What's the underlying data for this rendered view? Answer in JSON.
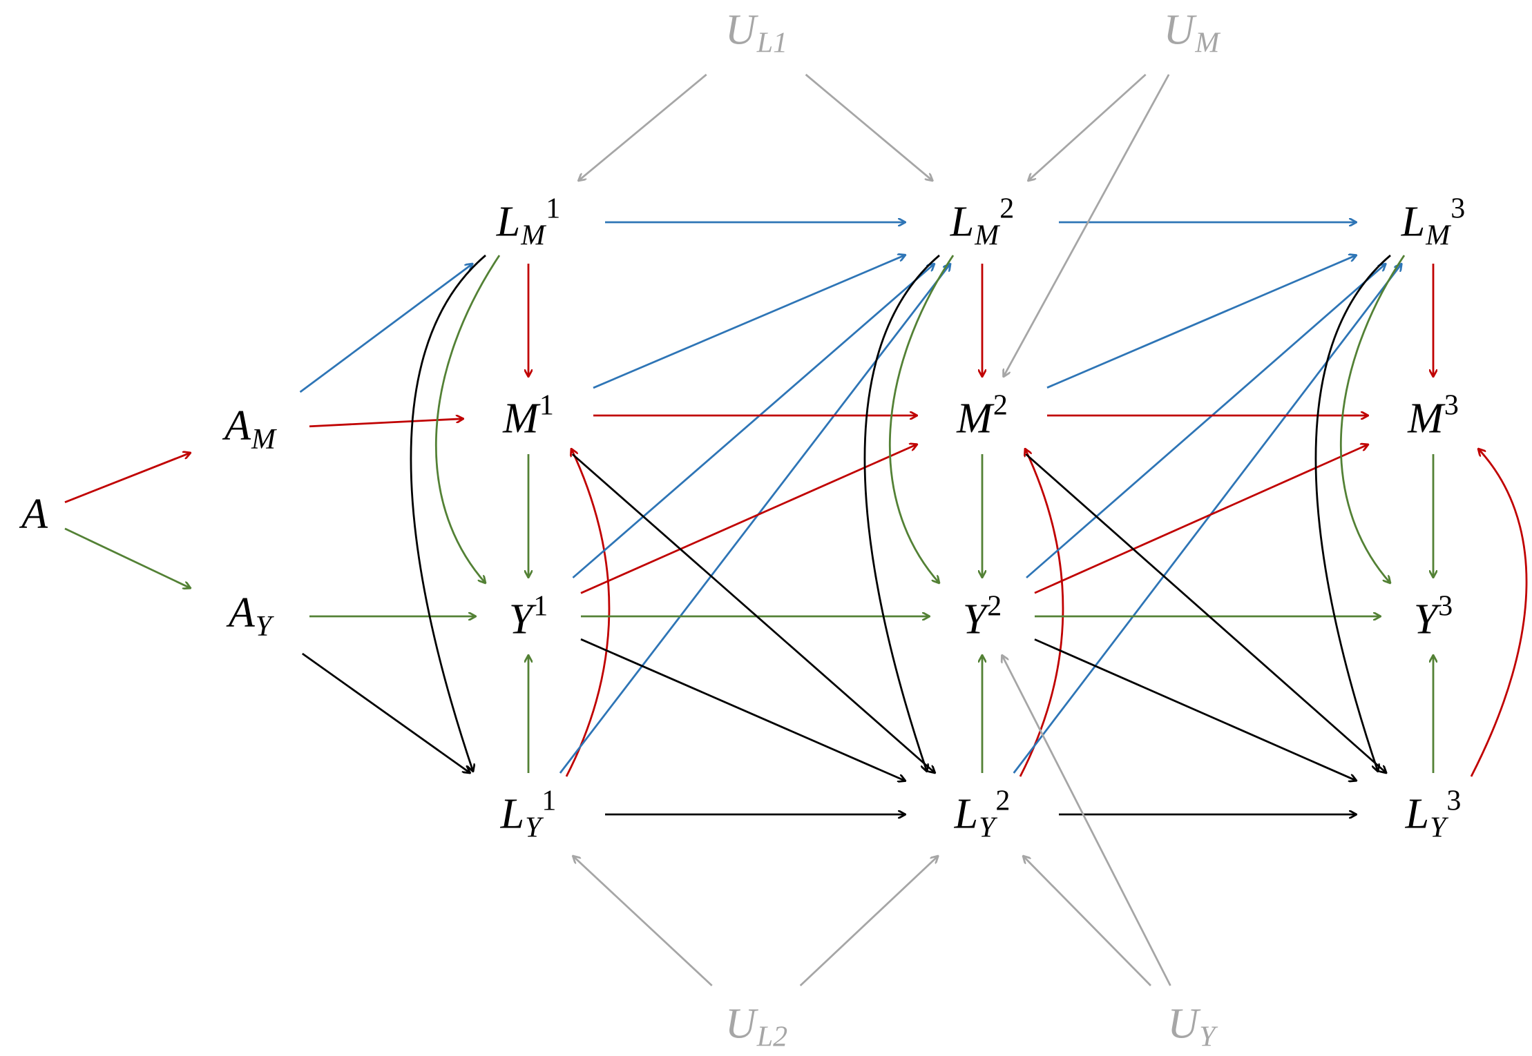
{
  "colors": {
    "red": "#c00000",
    "blue": "#2e75b6",
    "green": "#538135",
    "black": "#000000",
    "gray": "#a6a6a6"
  },
  "nodes": {
    "A": {
      "main": "A",
      "sub": "",
      "sup": ""
    },
    "AM": {
      "main": "A",
      "sub": "M",
      "sup": ""
    },
    "AY": {
      "main": "A",
      "sub": "Y",
      "sup": ""
    },
    "LM1": {
      "main": "L",
      "sub": "M",
      "sup": "1"
    },
    "M1": {
      "main": "M",
      "sub": "",
      "sup": "1"
    },
    "Y1": {
      "main": "Y",
      "sub": "",
      "sup": "1"
    },
    "LY1": {
      "main": "L",
      "sub": "Y",
      "sup": "1"
    },
    "LM2": {
      "main": "L",
      "sub": "M",
      "sup": "2"
    },
    "M2": {
      "main": "M",
      "sub": "",
      "sup": "2"
    },
    "Y2": {
      "main": "Y",
      "sub": "",
      "sup": "2"
    },
    "LY2": {
      "main": "L",
      "sub": "Y",
      "sup": "2"
    },
    "LM3": {
      "main": "L",
      "sub": "M",
      "sup": "3"
    },
    "M3": {
      "main": "M",
      "sub": "",
      "sup": "3"
    },
    "Y3": {
      "main": "Y",
      "sub": "",
      "sup": "3"
    },
    "LY3": {
      "main": "L",
      "sub": "Y",
      "sup": "3"
    },
    "UL1": {
      "main": "U",
      "sub": "L1",
      "sup": ""
    },
    "UM": {
      "main": "U",
      "sub": "M",
      "sup": ""
    },
    "UL2": {
      "main": "U",
      "sub": "L2",
      "sup": ""
    },
    "UY": {
      "main": "U",
      "sub": "Y",
      "sup": ""
    }
  },
  "edges": [
    {
      "from": "A",
      "to": "AM",
      "color": "red",
      "shape": "straight"
    },
    {
      "from": "A",
      "to": "AY",
      "color": "green",
      "shape": "straight"
    },
    {
      "from": "AM",
      "to": "LM1",
      "color": "blue",
      "shape": "straight"
    },
    {
      "from": "AM",
      "to": "M1",
      "color": "red",
      "shape": "straight"
    },
    {
      "from": "AY",
      "to": "Y1",
      "color": "green",
      "shape": "straight"
    },
    {
      "from": "AY",
      "to": "LY1",
      "color": "black",
      "shape": "straight"
    },
    {
      "from": "LM1",
      "to": "M1",
      "color": "red",
      "shape": "straight"
    },
    {
      "from": "M1",
      "to": "Y1",
      "color": "green",
      "shape": "straight"
    },
    {
      "from": "LY1",
      "to": "Y1",
      "color": "green",
      "shape": "straight"
    },
    {
      "from": "LM1",
      "to": "LY1",
      "color": "black",
      "shape": "curved"
    },
    {
      "from": "LM1",
      "to": "Y1",
      "color": "green",
      "shape": "curved"
    },
    {
      "from": "LY1",
      "to": "M1",
      "color": "red",
      "shape": "curved"
    },
    {
      "from": "LM1",
      "to": "LM2",
      "color": "blue",
      "shape": "straight"
    },
    {
      "from": "M1",
      "to": "LM2",
      "color": "blue",
      "shape": "straight"
    },
    {
      "from": "Y1",
      "to": "LM2",
      "color": "blue",
      "shape": "straight"
    },
    {
      "from": "LY1",
      "to": "LM2",
      "color": "blue",
      "shape": "straight"
    },
    {
      "from": "M1",
      "to": "M2",
      "color": "red",
      "shape": "straight"
    },
    {
      "from": "Y1",
      "to": "M2",
      "color": "red",
      "shape": "straight"
    },
    {
      "from": "Y1",
      "to": "Y2",
      "color": "green",
      "shape": "straight"
    },
    {
      "from": "M1",
      "to": "LY2",
      "color": "black",
      "shape": "straight"
    },
    {
      "from": "Y1",
      "to": "LY2",
      "color": "black",
      "shape": "straight"
    },
    {
      "from": "LY1",
      "to": "LY2",
      "color": "black",
      "shape": "straight"
    },
    {
      "from": "LM2",
      "to": "M2",
      "color": "red",
      "shape": "straight"
    },
    {
      "from": "M2",
      "to": "Y2",
      "color": "green",
      "shape": "straight"
    },
    {
      "from": "LY2",
      "to": "Y2",
      "color": "green",
      "shape": "straight"
    },
    {
      "from": "LM2",
      "to": "LY2",
      "color": "black",
      "shape": "curved"
    },
    {
      "from": "LM2",
      "to": "Y2",
      "color": "green",
      "shape": "curved"
    },
    {
      "from": "LY2",
      "to": "M2",
      "color": "red",
      "shape": "curved"
    },
    {
      "from": "LM2",
      "to": "LM3",
      "color": "blue",
      "shape": "straight"
    },
    {
      "from": "M2",
      "to": "LM3",
      "color": "blue",
      "shape": "straight"
    },
    {
      "from": "Y2",
      "to": "LM3",
      "color": "blue",
      "shape": "straight"
    },
    {
      "from": "LY2",
      "to": "LM3",
      "color": "blue",
      "shape": "straight"
    },
    {
      "from": "M2",
      "to": "M3",
      "color": "red",
      "shape": "straight"
    },
    {
      "from": "Y2",
      "to": "M3",
      "color": "red",
      "shape": "straight"
    },
    {
      "from": "Y2",
      "to": "Y3",
      "color": "green",
      "shape": "straight"
    },
    {
      "from": "M2",
      "to": "LY3",
      "color": "black",
      "shape": "straight"
    },
    {
      "from": "Y2",
      "to": "LY3",
      "color": "black",
      "shape": "straight"
    },
    {
      "from": "LY2",
      "to": "LY3",
      "color": "black",
      "shape": "straight"
    },
    {
      "from": "LM3",
      "to": "M3",
      "color": "red",
      "shape": "straight"
    },
    {
      "from": "M3",
      "to": "Y3",
      "color": "green",
      "shape": "straight"
    },
    {
      "from": "LY3",
      "to": "Y3",
      "color": "green",
      "shape": "straight"
    },
    {
      "from": "LM3",
      "to": "LY3",
      "color": "black",
      "shape": "curved"
    },
    {
      "from": "LM3",
      "to": "Y3",
      "color": "green",
      "shape": "curved"
    },
    {
      "from": "LY3",
      "to": "M3",
      "color": "red",
      "shape": "curved"
    },
    {
      "from": "UL1",
      "to": "LM1",
      "color": "gray",
      "shape": "straight"
    },
    {
      "from": "UL1",
      "to": "LM2",
      "color": "gray",
      "shape": "straight"
    },
    {
      "from": "UM",
      "to": "LM2",
      "color": "gray",
      "shape": "straight"
    },
    {
      "from": "UM",
      "to": "M2",
      "color": "gray",
      "shape": "straight"
    },
    {
      "from": "UL2",
      "to": "LY1",
      "color": "gray",
      "shape": "straight"
    },
    {
      "from": "UL2",
      "to": "LY2",
      "color": "gray",
      "shape": "straight"
    },
    {
      "from": "UY",
      "to": "LY2",
      "color": "gray",
      "shape": "straight"
    },
    {
      "from": "UY",
      "to": "Y2",
      "color": "gray",
      "shape": "straight"
    }
  ]
}
